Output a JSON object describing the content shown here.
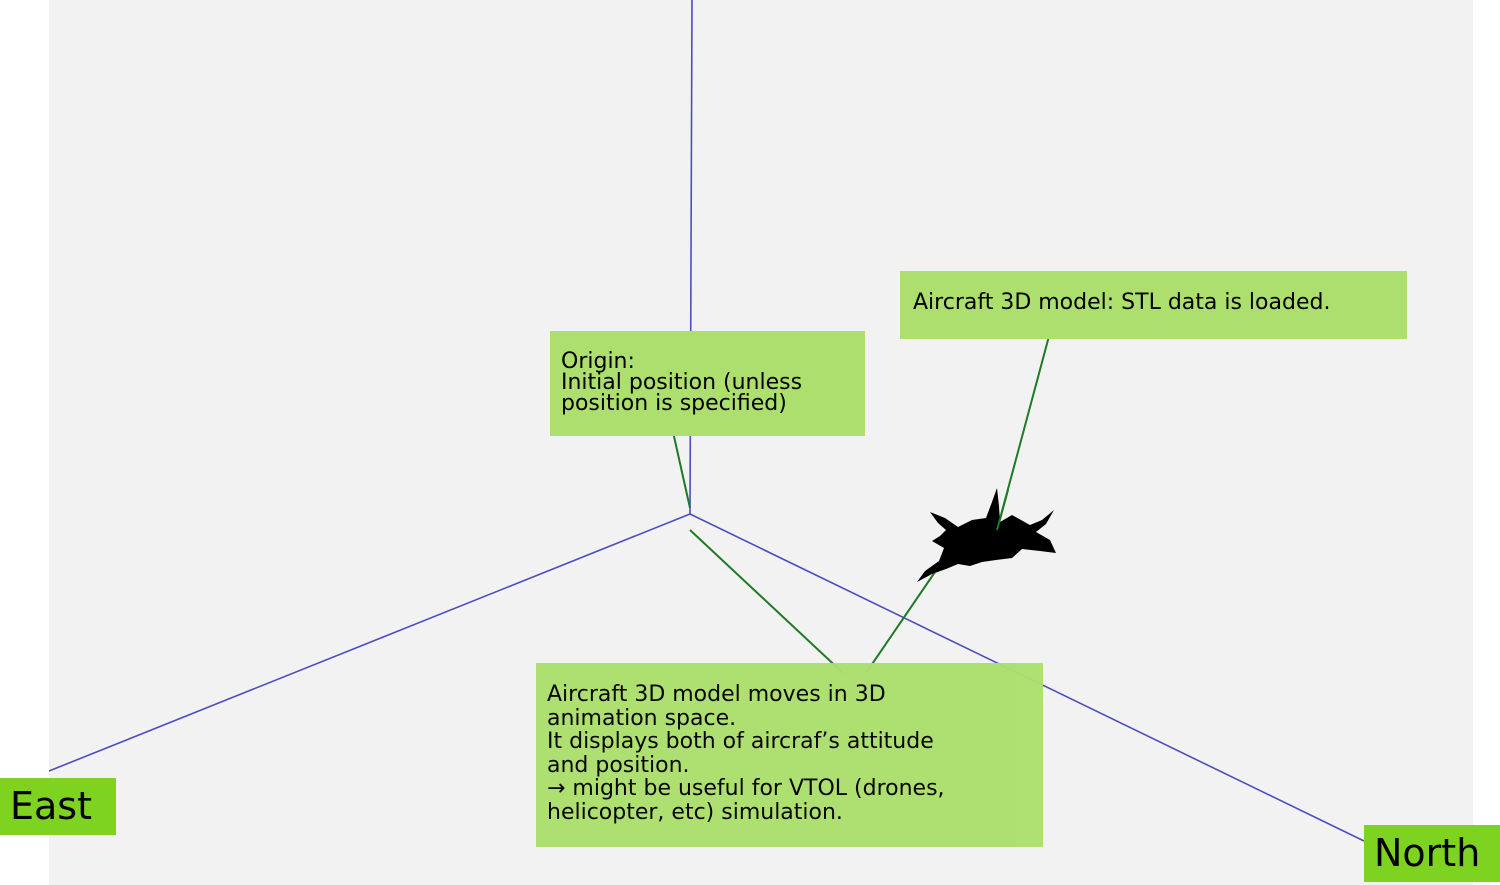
{
  "colors": {
    "viewport_bg": "#f2f2f2",
    "axis_line": "#4d4dbf",
    "leader_line": "#1f7a26",
    "callout_bg": "#acdf6d",
    "axis_label_bg": "#7ed321",
    "aircraft": "#000000"
  },
  "callouts": {
    "origin": "Origin:\nInitial position (unless\nposition is specified)",
    "stl": "Aircraft 3D model: STL data is loaded.",
    "moves": "Aircraft 3D model moves in 3D\nanimation space.\nIt displays both of aircraf’s attitude\nand position.\n → might be useful for VTOL (drones,\nhelicopter, etc) simulation."
  },
  "axes": {
    "east": "East",
    "north": "North"
  },
  "icons": {
    "aircraft": "aircraft-silhouette-icon"
  }
}
